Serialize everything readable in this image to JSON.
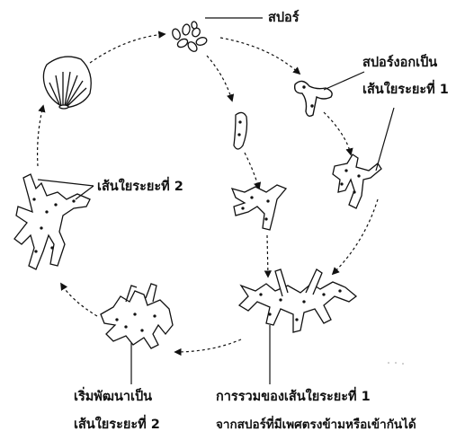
{
  "labels": {
    "spore": "สปอร์",
    "germinate_line1": "สปอร์งอกเป็น",
    "germinate_line2": "เส้นใยระยะที่ 1",
    "hypha_stage2": "เส้นใยระยะที่ 2",
    "develop_line1": "เริ่มพัฒนาเป็น",
    "develop_line2": "เส้นใยระยะที่ 2",
    "fusion_line1": "การรวมของเส้นใยระยะที่ 1",
    "fusion_line2": "จากสปอร์ที่มีเพศตรงข้ามหรือเข้ากันได้"
  },
  "colors": {
    "ink": "#111111",
    "background": "#ffffff"
  },
  "icons": {
    "mushroom_cap": "gill-cap-icon",
    "spores": "spore-cluster-icon"
  }
}
